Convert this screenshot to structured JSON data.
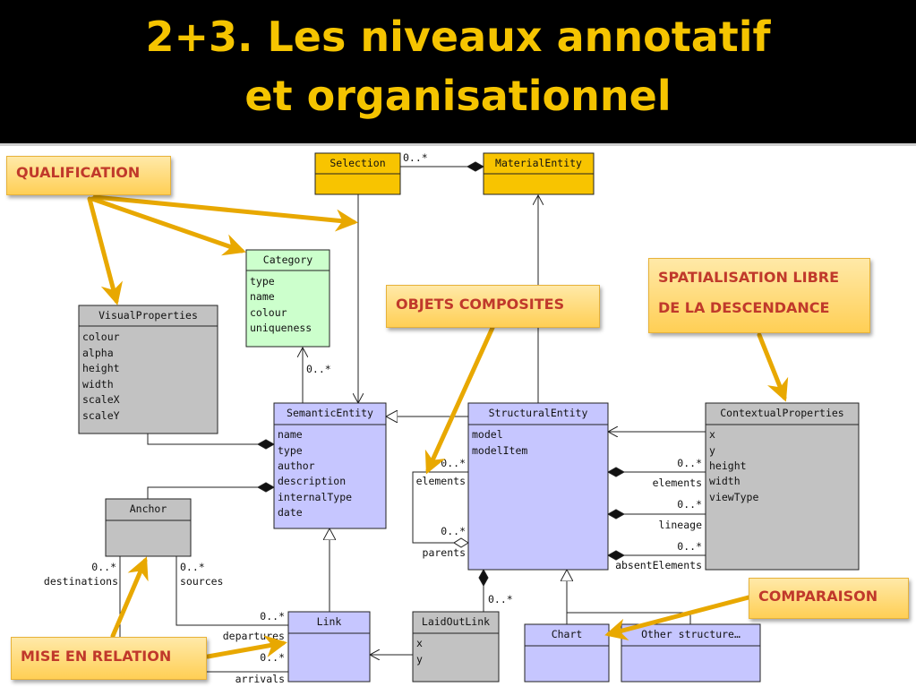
{
  "title": {
    "line1": "2+3. Les niveaux annotatif",
    "line2": "et organisationnel"
  },
  "colors": {
    "title_bg": "#000000",
    "title_text": "#f5c400",
    "yellow_class": "#f8c400",
    "green_class": "#ccffcc",
    "blue_class": "#c6c6ff",
    "gray_class": "#c2c2c2",
    "arrow": "#e8a800",
    "callout_text": "#c0392b"
  },
  "callouts": {
    "qualification": "QUALIFICATION",
    "objets": "OBJETS COMPOSITES",
    "spatial_line1": "SPATIALISATION LIBRE",
    "spatial_line2": "DE LA DESCENDANCE",
    "comparaison": "COMPARAISON",
    "mise": "MISE EN RELATION"
  },
  "classes": {
    "selection": {
      "name": "Selection"
    },
    "material": {
      "name": "MaterialEntity"
    },
    "category": {
      "name": "Category",
      "attrs": [
        "type",
        "name",
        "colour",
        "uniqueness"
      ]
    },
    "visual": {
      "name": "VisualProperties",
      "attrs": [
        "colour",
        "alpha",
        "height",
        "width",
        "scaleX",
        "scaleY"
      ]
    },
    "semantic": {
      "name": "SemanticEntity",
      "attrs": [
        "name",
        "type",
        "author",
        "description",
        "internalType",
        "date"
      ]
    },
    "structural": {
      "name": "StructuralEntity",
      "attrs": [
        "model",
        "modelItem"
      ]
    },
    "contextual": {
      "name": "ContextualProperties",
      "attrs": [
        "x",
        "y",
        "height",
        "width",
        "viewType"
      ]
    },
    "anchor": {
      "name": "Anchor"
    },
    "link": {
      "name": "Link"
    },
    "laidout": {
      "name": "LaidOutLink",
      "attrs": [
        "x",
        "y"
      ]
    },
    "chart": {
      "name": "Chart"
    },
    "other": {
      "name": "Other structure…"
    }
  },
  "labels": {
    "sel_mult": "0..*",
    "cat_mult": "0..*",
    "elements_mult": "0..*",
    "elements": "elements",
    "parents_mult": "0..*",
    "parents": "parents",
    "ctx_elements_mult": "0..*",
    "ctx_elements": "elements",
    "lineage_mult": "0..*",
    "lineage": "lineage",
    "absent_mult": "0..*",
    "absent": "absentElements",
    "laid_mult": "0..*",
    "dest_mult": "0..*",
    "destinations": "destinations",
    "src_mult": "0..*",
    "sources": "sources",
    "dep_mult": "0..*",
    "departures": "departures",
    "arr_mult": "0..*",
    "arrivals": "arrivals"
  }
}
